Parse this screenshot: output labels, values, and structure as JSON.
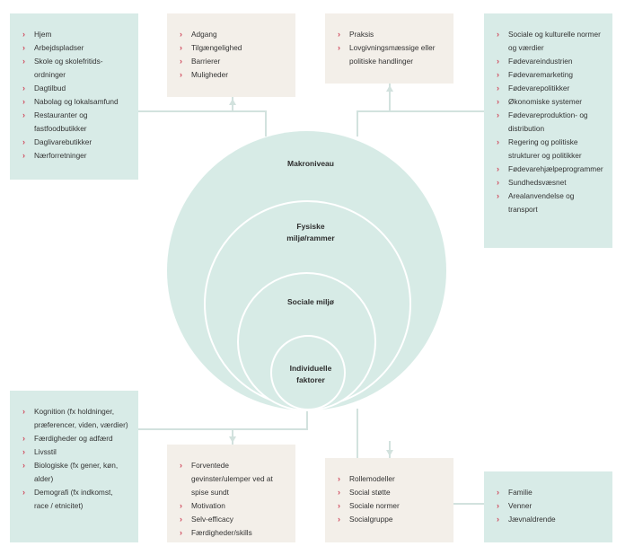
{
  "rings": {
    "macro": "Makroniveau",
    "physical": [
      "Fysiske",
      "miljø/rammer"
    ],
    "social": "Sociale miljø",
    "individual": [
      "Individuelle",
      "faktorer"
    ]
  },
  "boxes": {
    "physical_places": [
      "Hjem",
      "Arbejdspladser",
      "Skole og skolefritids-ordninger",
      "Dagtilbud",
      "Nabolag og lokalsamfund",
      "Restauranter og fastfoodbutikker",
      "Daglivarebutikker",
      "Nærforretninger"
    ],
    "physical_access": [
      "Adgang",
      "Tilgængelighed",
      "Barrierer",
      "Muligheder"
    ],
    "macro_practice": [
      "Praksis",
      "Lovgivningsmæssige eller politiske handlinger"
    ],
    "macro_factors": [
      "Sociale og kulturelle normer og værdier",
      "Fødevareindustrien",
      "Fødevaremarketing",
      "Fødevarepolitikker",
      "Økonomiske systemer",
      "Fødevareproduktion- og distribution",
      "Regering og politiske strukturer og politikker",
      "Fødevarehjælpeprogrammer",
      "Sundhedsvæsnet",
      "Arealanvendelse og transport"
    ],
    "individual_traits": [
      "Kognition (fx holdninger, præferencer, viden, værdier)",
      "Færdigheder og adfærd",
      "Livsstil",
      "Biologiske (fx gener, køn, alder)",
      "Demografi (fx indkomst, race / etnicitet)"
    ],
    "individual_perceptions": [
      "Forventede gevinster/ulemper ved at spise sundt",
      "Motivation",
      "Selv-efficacy",
      "Færdigheder/skills"
    ],
    "social_roles": [
      "Rollemodeller",
      "Social støtte",
      "Sociale normer",
      "Socialgruppe"
    ],
    "social_people": [
      "Familie",
      "Venner",
      "Jævnaldrende"
    ]
  },
  "colors": {
    "teal_box": "#d8ebe7",
    "beige_box": "#f3efe9",
    "circle": "#d7ebe6",
    "bullet": "#d0495c",
    "line": "#cfe0dc"
  }
}
